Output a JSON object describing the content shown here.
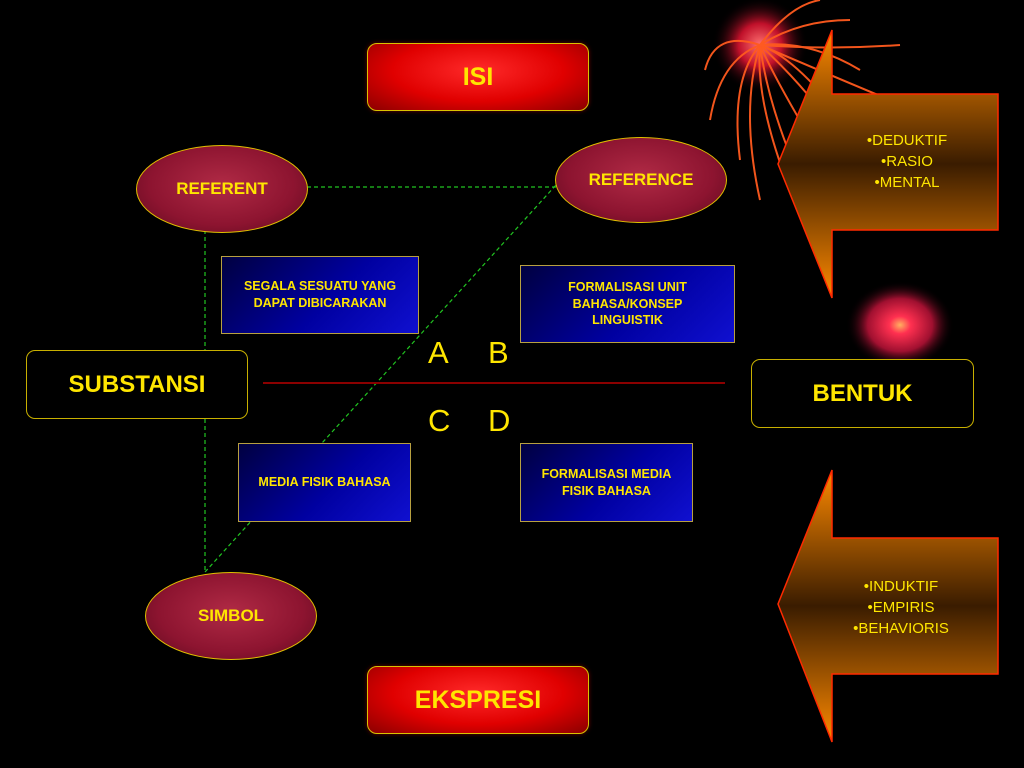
{
  "top_box": "ISI",
  "bottom_box": "EKSPRESI",
  "ellipses": {
    "referent": "REFERENT",
    "reference": "REFERENCE",
    "simbol": "SIMBOL"
  },
  "blue_boxes": {
    "top_left": "SEGALA SESUATU YANG DAPAT DIBICARAKAN",
    "top_right": "FORMALISASI UNIT BAHASA/KONSEP LINGUISTIK",
    "bottom_left": "MEDIA FISIK BAHASA",
    "bottom_right": "FORMALISASI MEDIA FISIK BAHASA"
  },
  "side_boxes": {
    "left": "SUBSTANSI",
    "right": "BENTUK"
  },
  "quadrant_letters": [
    "A",
    "B",
    "C",
    "D"
  ],
  "top_arrow_items": [
    "DEDUKTIF",
    "RASIO",
    "MENTAL"
  ],
  "bottom_arrow_items": [
    "INDUKTIF",
    "EMPIRIS",
    "BEHAVIORIS"
  ],
  "colors": {
    "text": "#ffe600",
    "line_green": "#21c421",
    "divider": "#8b0000",
    "arrow_orange": "#ff7a00"
  }
}
